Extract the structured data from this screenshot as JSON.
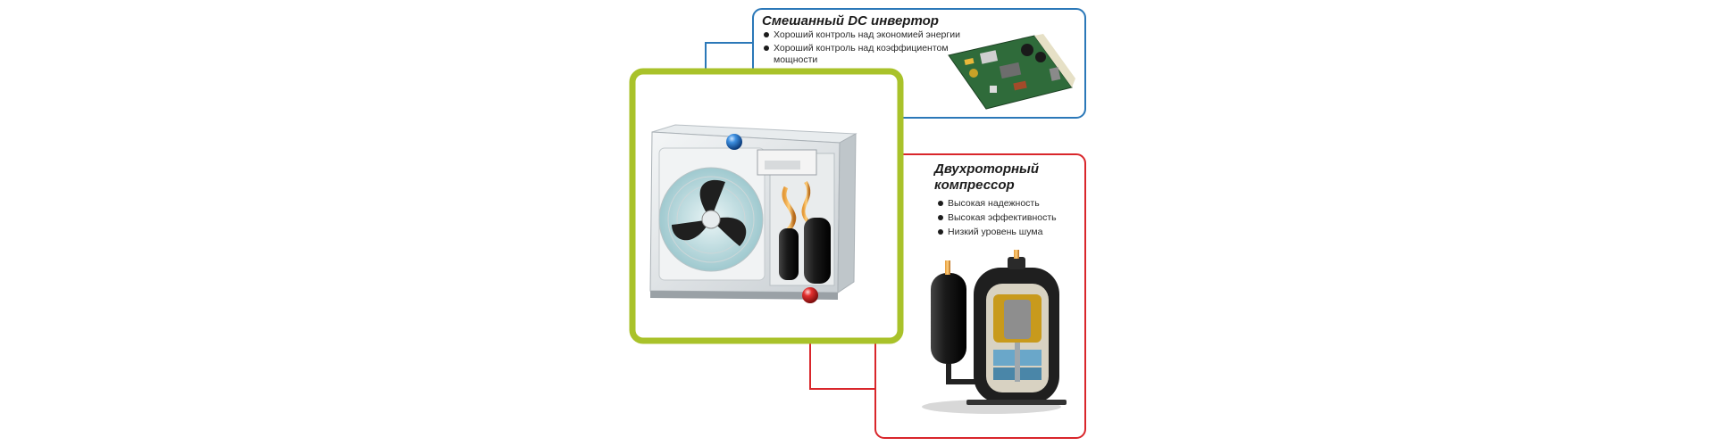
{
  "colors": {
    "unit_frame": "#a9c22a",
    "inverter_accent": "#2b78b8",
    "compressor_accent": "#d9262b",
    "text": "#1c1c1c"
  },
  "inverter_callout": {
    "title": "Смешанный DC инвертор",
    "bullets": [
      "Хороший контроль над экономией энергии",
      "Хороший контроль над коэффициентом",
      "мощности"
    ]
  },
  "compressor_callout": {
    "title_line1": "Двухроторный",
    "title_line2": "компрессор",
    "bullets": [
      "Высокая надежность",
      "Высокая эффективность",
      "Низкий уровень шума"
    ]
  },
  "icons": {
    "outdoor_unit": "air-conditioner-outdoor-unit-icon",
    "inverter_board": "circuit-board-icon",
    "compressor": "rotary-compressor-icon",
    "inverter_marker": "blue-sphere-marker-icon",
    "compressor_marker": "red-sphere-marker-icon"
  }
}
